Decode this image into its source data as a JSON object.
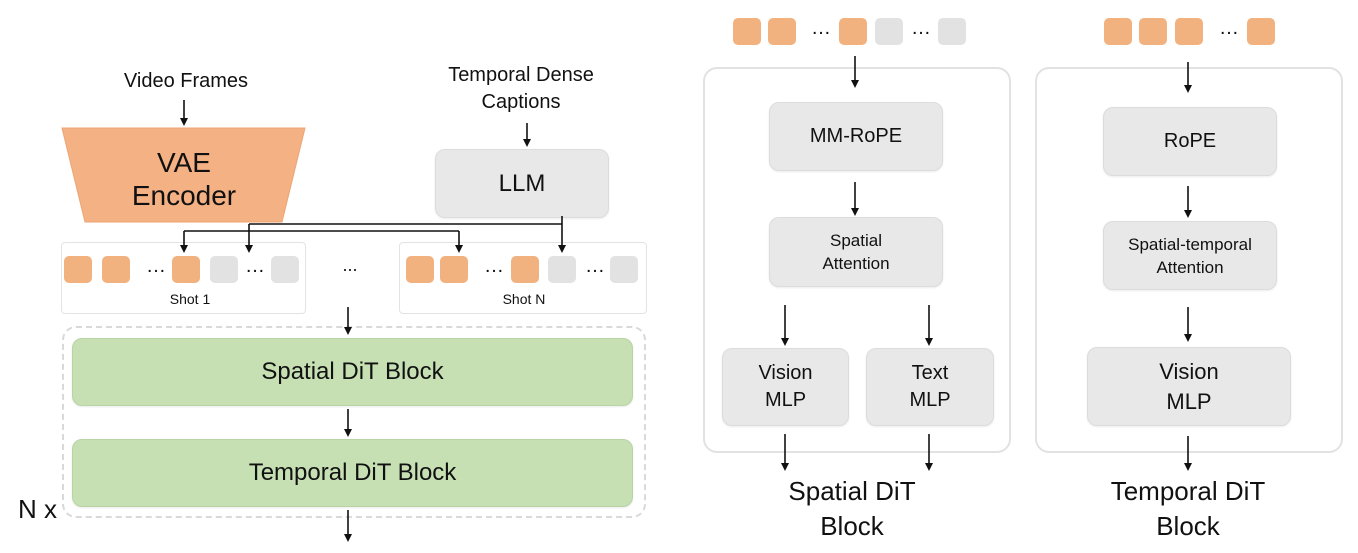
{
  "left": {
    "video_frames": "Video Frames",
    "vae_encoder": [
      "VAE",
      "Encoder"
    ],
    "temporal_dense_captions": [
      "Temporal Dense",
      "Captions"
    ],
    "llm": "LLM",
    "shot_1": "Shot 1",
    "shot_n": "Shot N",
    "ellipsis": "...",
    "token_ellipsis": "…",
    "spatial_dit_block": "Spatial DiT Block",
    "temporal_dit_block": "Temporal DiT Block",
    "n_x": "N x"
  },
  "spatial_panel": {
    "token_ellipsis": "…",
    "mm_rope": "MM-RoPE",
    "spatial_attention": [
      "Spatial",
      "Attention"
    ],
    "vision_mlp": [
      "Vision",
      "MLP"
    ],
    "text_mlp": [
      "Text",
      "MLP"
    ],
    "caption": [
      "Spatial DiT",
      "Block"
    ]
  },
  "temporal_panel": {
    "token_ellipsis": "…",
    "rope": "RoPE",
    "spatial_temporal_attention": [
      "Spatial-temporal",
      "Attention"
    ],
    "vision_mlp": [
      "Vision",
      "MLP"
    ],
    "caption": [
      "Temporal DiT",
      "Block"
    ]
  },
  "colors": {
    "orange_token": "#f2b27f",
    "orange_encoder": "#f4b183",
    "gray_box": "#e8e8e8",
    "green_block": "#c6e0b4"
  }
}
